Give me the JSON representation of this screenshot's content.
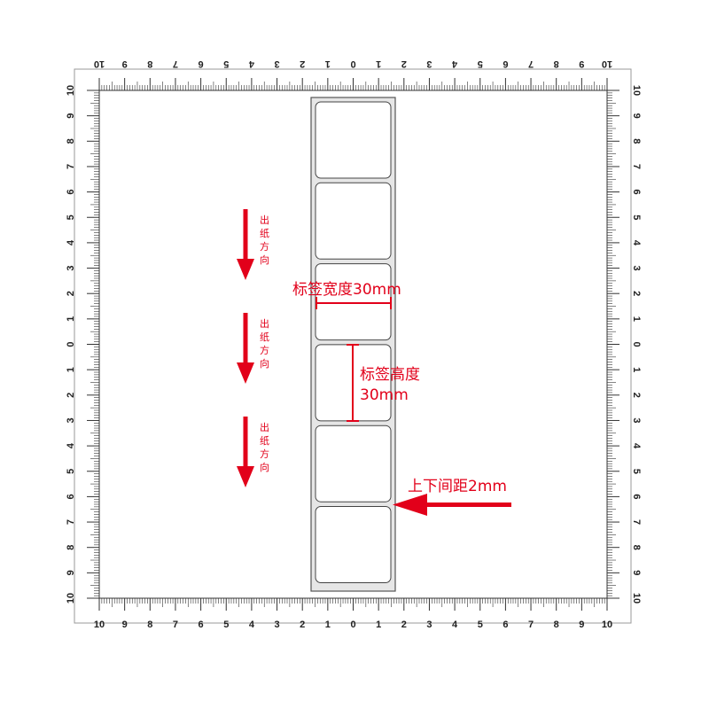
{
  "ruler": {
    "top_labels": [
      "10",
      "9",
      "8",
      "7",
      "6",
      "5",
      "4",
      "3",
      "2",
      "1",
      "0",
      "1",
      "2",
      "3",
      "4",
      "5",
      "6",
      "7",
      "8",
      "9",
      "10"
    ],
    "bottom_labels": [
      "10",
      "9",
      "8",
      "7",
      "6",
      "5",
      "4",
      "3",
      "2",
      "1",
      "0",
      "1",
      "2",
      "3",
      "4",
      "5",
      "6",
      "7",
      "8",
      "9",
      "10"
    ],
    "left_labels": [
      "10",
      "9",
      "8",
      "7",
      "6",
      "5",
      "4",
      "3",
      "2",
      "1",
      "0",
      "1",
      "2",
      "3",
      "4",
      "5",
      "6",
      "7",
      "8",
      "9",
      "10"
    ],
    "right_labels": [
      "10",
      "9",
      "8",
      "7",
      "6",
      "5",
      "4",
      "3",
      "2",
      "1",
      "0",
      "1",
      "2",
      "3",
      "4",
      "5",
      "6",
      "7",
      "8",
      "9",
      "10"
    ]
  },
  "labels": {
    "count": 6
  },
  "annotations": {
    "width_label": "标签宽度30mm",
    "height_label_line1": "标签高度",
    "height_label_line2": "30mm",
    "gap_label": "上下间距2mm",
    "feed_direction": [
      [
        "出",
        "纸",
        "方",
        "向"
      ],
      [
        "出",
        "纸",
        "方",
        "向"
      ],
      [
        "出",
        "纸",
        "方",
        "向"
      ]
    ]
  },
  "colors": {
    "accent": "#e2001a",
    "ruler": "#333333",
    "strip_fill": "#e6e6e6",
    "strip_border": "#555555",
    "label_fill": "#ffffff",
    "label_border": "#444444"
  }
}
